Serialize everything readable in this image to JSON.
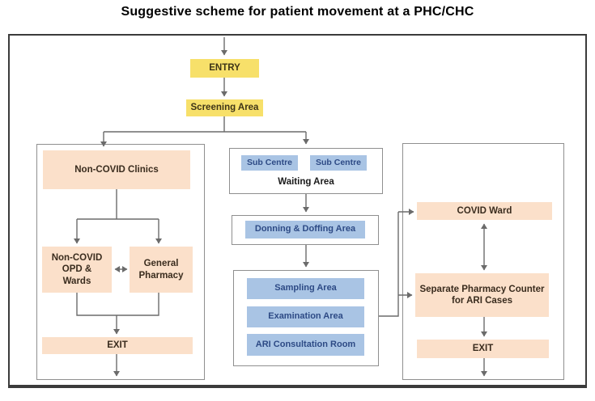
{
  "title": "Suggestive scheme for patient movement at a PHC/CHC",
  "colors": {
    "entry_screening_fill": "#f7e06a",
    "non_covid_fill": "#fbe0ca",
    "covid_path_fill": "#a9c4e4",
    "blue_box_text": "#2d4a85",
    "peach_box_text": "#3a2c1e",
    "arrow_line": "#6b6b6b",
    "container_border": "#8f8f8f",
    "outer_border": "#3b3b3b"
  },
  "flow": {
    "entry": "ENTRY",
    "screening_area": "Screening Area"
  },
  "left_path": {
    "non_covid_clinics": "Non-COVID Clinics",
    "non_covid_opd_wards": "Non-COVID OPD & Wards",
    "general_pharmacy": "General Pharmacy",
    "exit": "EXIT"
  },
  "middle_path": {
    "sub_centre_1": "Sub Centre",
    "sub_centre_2": "Sub Centre",
    "waiting_area": "Waiting Area",
    "donning_doffing": "Donning & Doffing Area",
    "sampling_area": "Sampling Area",
    "examination_area": "Examination Area",
    "ari_consultation_room": "ARI Consultation Room"
  },
  "right_path": {
    "covid_ward": "COVID Ward",
    "separate_pharmacy_counter": "Separate Pharmacy Counter for ARI Cases",
    "exit": "EXIT"
  }
}
